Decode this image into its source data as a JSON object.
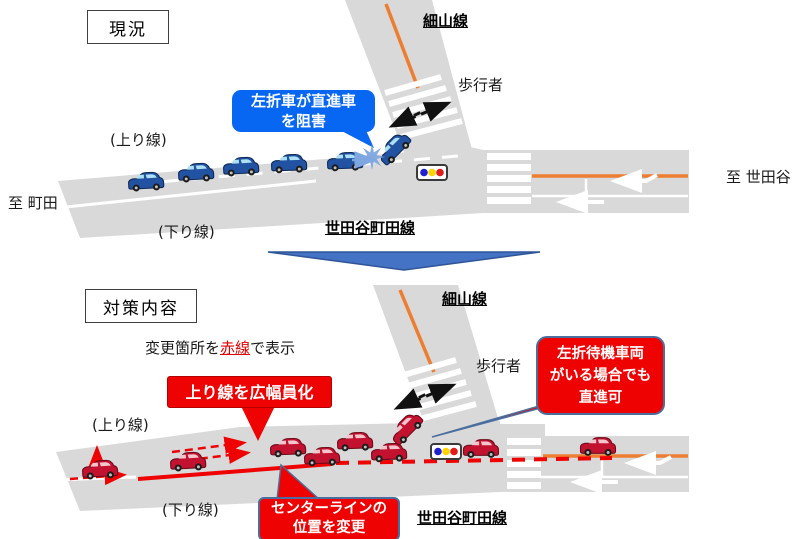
{
  "palette": {
    "road_gray": "#d9d9d9",
    "center_line_orange": "#ed7d31",
    "change_red": "#ee0202",
    "blue_callout": "#0767f2",
    "callout_border_blue": "#4a6e9e",
    "divider_blue": "#4472c4",
    "collision_blue": "#7ea6e0"
  },
  "current": {
    "title": "現況",
    "branch_road": "細山線",
    "pedestrian": "歩行者",
    "callout_block_lines": [
      "左折車が直進車",
      "を阻害"
    ],
    "lane_up": "(上り線)",
    "lane_down": "(下り線)",
    "to_left": "至 町田",
    "to_right": "至 世田谷",
    "main_road": "世田谷町田線"
  },
  "plan": {
    "title": "対策内容",
    "note_prefix": "変更箇所を",
    "note_highlight": "赤線",
    "note_suffix": "で表示",
    "callout_widen": "上り線を広幅員化",
    "callout_wait_lines": [
      "左折待機車両",
      "がいる場合でも",
      "直進可"
    ],
    "callout_centerline_lines": [
      "センターラインの",
      "位置を変更"
    ],
    "branch_road": "細山線",
    "pedestrian": "歩行者",
    "lane_up": "(上り線)",
    "lane_down": "(下り線)",
    "main_road": "世田谷町田線"
  },
  "icons": {
    "traffic_signal": "signal-blue-yellow-red",
    "collision": "collision-starburst",
    "divider": "down-arrow-divider"
  }
}
